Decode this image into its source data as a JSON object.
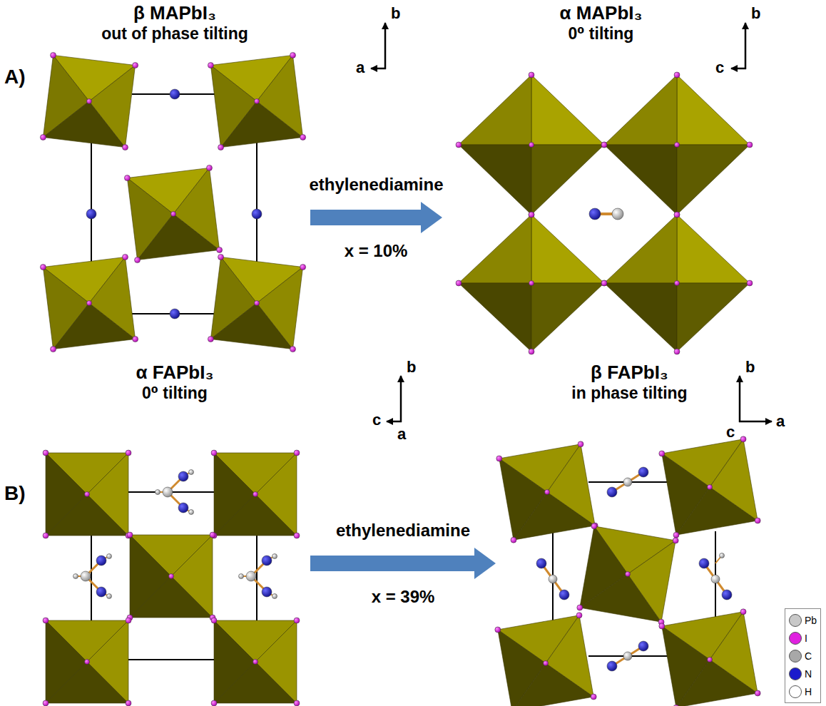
{
  "diagram": {
    "nodes": [
      {
        "text": [
          "β MAPbI₃",
          "out of phase tilting"
        ]
      },
      {
        "text": [
          "α MAPbI₃",
          "0⁰ tilting"
        ]
      },
      {
        "text": [
          "α FAPbI₃",
          "0⁰ tilting"
        ]
      },
      {
        "text": [
          "β FAPbI₃",
          "in phase tilting"
        ]
      }
    ],
    "edges": [
      {
        "from": 0,
        "to": 1,
        "arrow": "to",
        "label": "ethylenediamine"
      },
      {
        "from": 2,
        "to": 3,
        "arrow": "to",
        "label": "ethylenediamine"
      }
    ],
    "labels": [
      "A)",
      "b",
      "a",
      "b",
      "c",
      "x = 10%",
      "B)",
      "b",
      "c",
      "a",
      "b",
      "c",
      "a",
      "x = 39%"
    ],
    "legend": [
      {
        "text": "Pb",
        "color": "#c8c8c8"
      },
      {
        "text": "I",
        "color": "#e020e0"
      },
      {
        "text": "C",
        "color": "#a8a8a8"
      },
      {
        "text": "N",
        "color": "#1a1acc"
      },
      {
        "text": "H",
        "color": "#ffffff"
      }
    ]
  }
}
